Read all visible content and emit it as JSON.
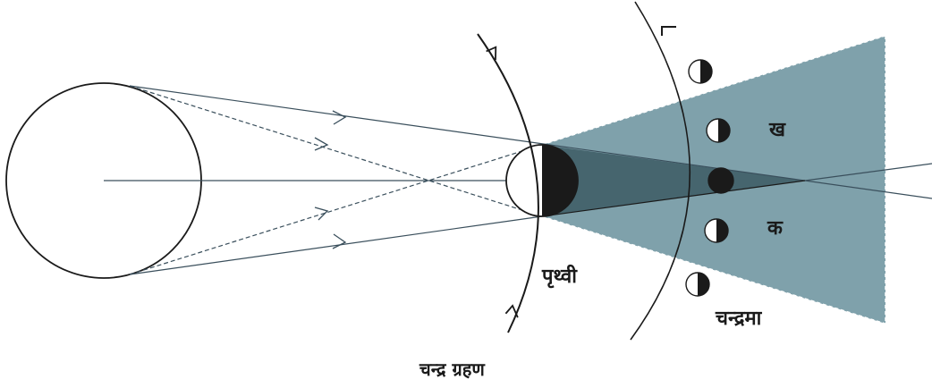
{
  "diagram": {
    "caption": "चन्द्र ग्रहण",
    "labels": {
      "earth": "पृथ्वी",
      "moon": "चन्द्रमा",
      "position_kha": "ख",
      "position_ka": "क"
    },
    "colors": {
      "penumbra": "#7fa1ab",
      "umbra": "#46656e",
      "line": "#3a4f5c",
      "ink": "#1a1a1a"
    }
  }
}
